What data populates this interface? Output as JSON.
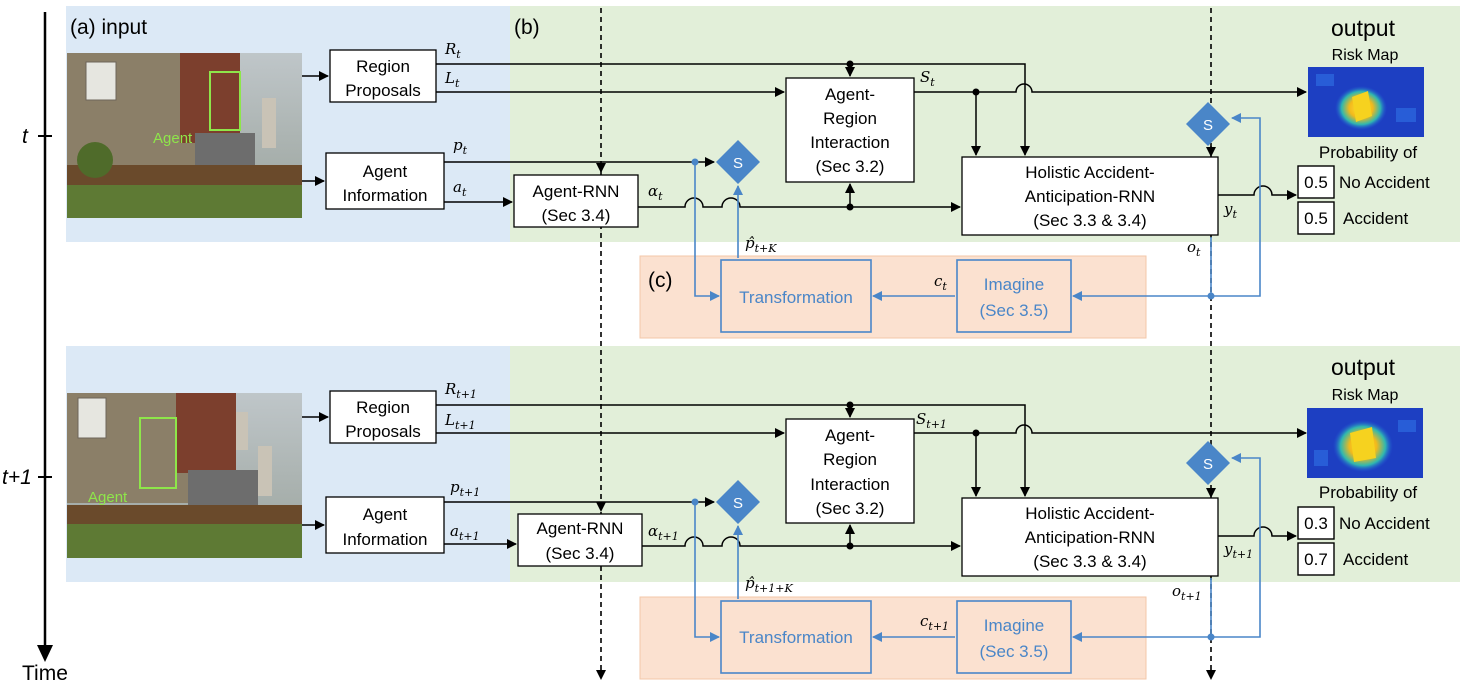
{
  "time_axis": {
    "label": "Time",
    "tick_t": "t",
    "tick_t1": "t+1"
  },
  "panels": {
    "a": "(a) input",
    "b": "(b)",
    "c": "(c)"
  },
  "rows": [
    {
      "agent_tag": "Agent",
      "region_proposals": [
        "Region",
        "Proposals"
      ],
      "agent_information": [
        "Agent",
        "Information"
      ],
      "agent_rnn": [
        "Agent-RNN",
        "(Sec 3.4)"
      ],
      "agent_region_interaction": [
        "Agent-",
        "Region",
        "Interaction",
        "(Sec 3.2)"
      ],
      "holistic_rnn": [
        "Holistic Accident-",
        "Anticipation-RNN",
        "(Sec 3.3 & 3.4)"
      ],
      "transformation": "Transformation",
      "imagine": [
        "Imagine",
        "(Sec 3.5)"
      ],
      "s_node": "S",
      "vars": {
        "R": "R",
        "R_sub": "t",
        "L": "L",
        "L_sub": "t",
        "S": "S",
        "S_sub": "t",
        "p": "p",
        "p_sub": "t",
        "a": "a",
        "a_sub": "t",
        "alpha": "α",
        "alpha_sub": "t",
        "phat": "p̂",
        "phat_sub": "t+K",
        "c": "c",
        "c_sub": "t",
        "y": "y",
        "y_sub": "t",
        "o": "o",
        "o_sub": "t"
      },
      "output_title": "output",
      "risk_map_label": "Risk Map",
      "probability_label": "Probability of",
      "prob_no_accident": "0.5",
      "prob_accident": "0.5",
      "no_accident_label": "No Accident",
      "accident_label": "Accident"
    },
    {
      "agent_tag": "Agent",
      "region_proposals": [
        "Region",
        "Proposals"
      ],
      "agent_information": [
        "Agent",
        "Information"
      ],
      "agent_rnn": [
        "Agent-RNN",
        "(Sec 3.4)"
      ],
      "agent_region_interaction": [
        "Agent-",
        "Region",
        "Interaction",
        "(Sec 3.2)"
      ],
      "holistic_rnn": [
        "Holistic Accident-",
        "Anticipation-RNN",
        "(Sec 3.3 & 3.4)"
      ],
      "transformation": "Transformation",
      "imagine": [
        "Imagine",
        "(Sec 3.5)"
      ],
      "s_node": "S",
      "vars": {
        "R": "R",
        "R_sub": "t+1",
        "L": "L",
        "L_sub": "t+1",
        "S": "S",
        "S_sub": "t+1",
        "p": "p",
        "p_sub": "t+1",
        "a": "a",
        "a_sub": "t+1",
        "alpha": "α",
        "alpha_sub": "t+1",
        "phat": "p̂",
        "phat_sub": "t+1+K",
        "c": "c",
        "c_sub": "t+1",
        "y": "y",
        "y_sub": "t+1",
        "o": "o",
        "o_sub": "t+1"
      },
      "output_title": "output",
      "risk_map_label": "Risk Map",
      "probability_label": "Probability of",
      "prob_no_accident": "0.3",
      "prob_accident": "0.7",
      "no_accident_label": "No Accident",
      "accident_label": "Accident"
    }
  ],
  "colors": {
    "input_bg": "#dce9f6",
    "model_bg": "#e2efd9",
    "imagine_bg": "#fbe1d0",
    "imagine_border": "#f3c7a8",
    "blue": "#4a86c8",
    "agent_green": "#8ee64a"
  }
}
